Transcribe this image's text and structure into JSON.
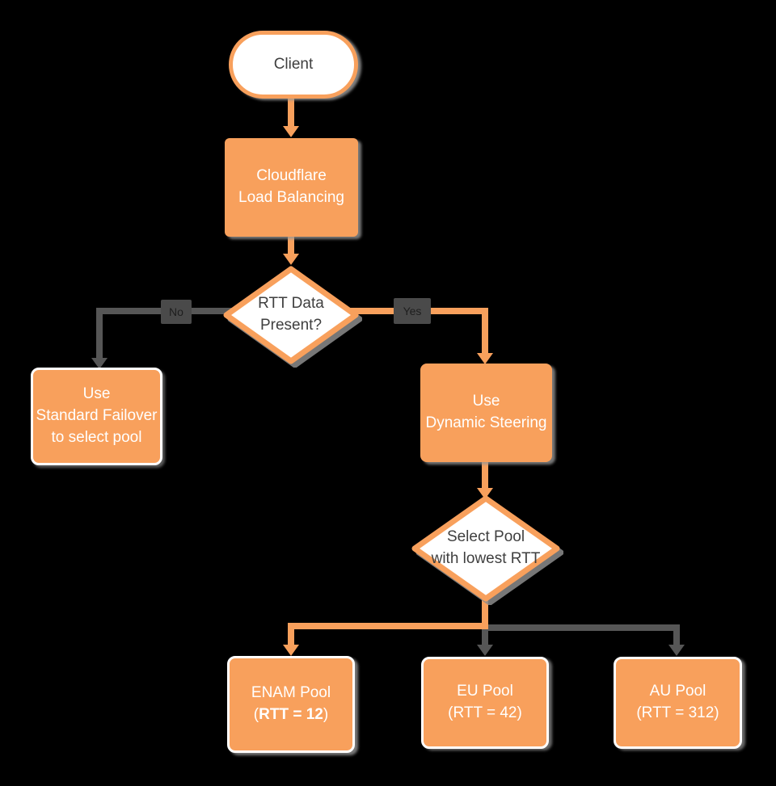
{
  "diagram": {
    "title": "Cloudflare Load Balancing RTT steering flowchart",
    "background": "#000000",
    "colors": {
      "node_orange": "#F8A05C",
      "connector_gray": "#565656",
      "shadow_gray": "#8C8C8C",
      "node_white": "#FFFFFF",
      "dark_text": "#3F3F3F",
      "edge_label_bg": "#4A4A4A",
      "edge_label_text": "#1E1E1E"
    },
    "nodes": {
      "client": {
        "type": "terminator",
        "label": "Client"
      },
      "load_balancing": {
        "type": "process",
        "line1": "Cloudflare",
        "line2": "Load Balancing"
      },
      "rtt_decision": {
        "type": "decision",
        "line1": "RTT Data",
        "line2": "Present?"
      },
      "standard_failover": {
        "type": "process",
        "line1": "Use",
        "line2": "Standard Failover",
        "line3": "to select pool"
      },
      "dynamic_steering": {
        "type": "process",
        "line1": "Use",
        "line2": "Dynamic Steering"
      },
      "select_pool": {
        "type": "decision",
        "line1": "Select Pool",
        "line2": "with lowest RTT"
      },
      "enam_pool": {
        "type": "process",
        "line1": "ENAM Pool",
        "paren_open": "(",
        "rtt_bold": "RTT = 12",
        "paren_close": ")"
      },
      "eu_pool": {
        "type": "process",
        "line1": "EU Pool",
        "line2": "(RTT = 42)"
      },
      "au_pool": {
        "type": "process",
        "line1": "AU Pool",
        "line2": "(RTT = 312)"
      }
    },
    "edges": {
      "no_label": "No",
      "yes_label": "Yes"
    }
  }
}
